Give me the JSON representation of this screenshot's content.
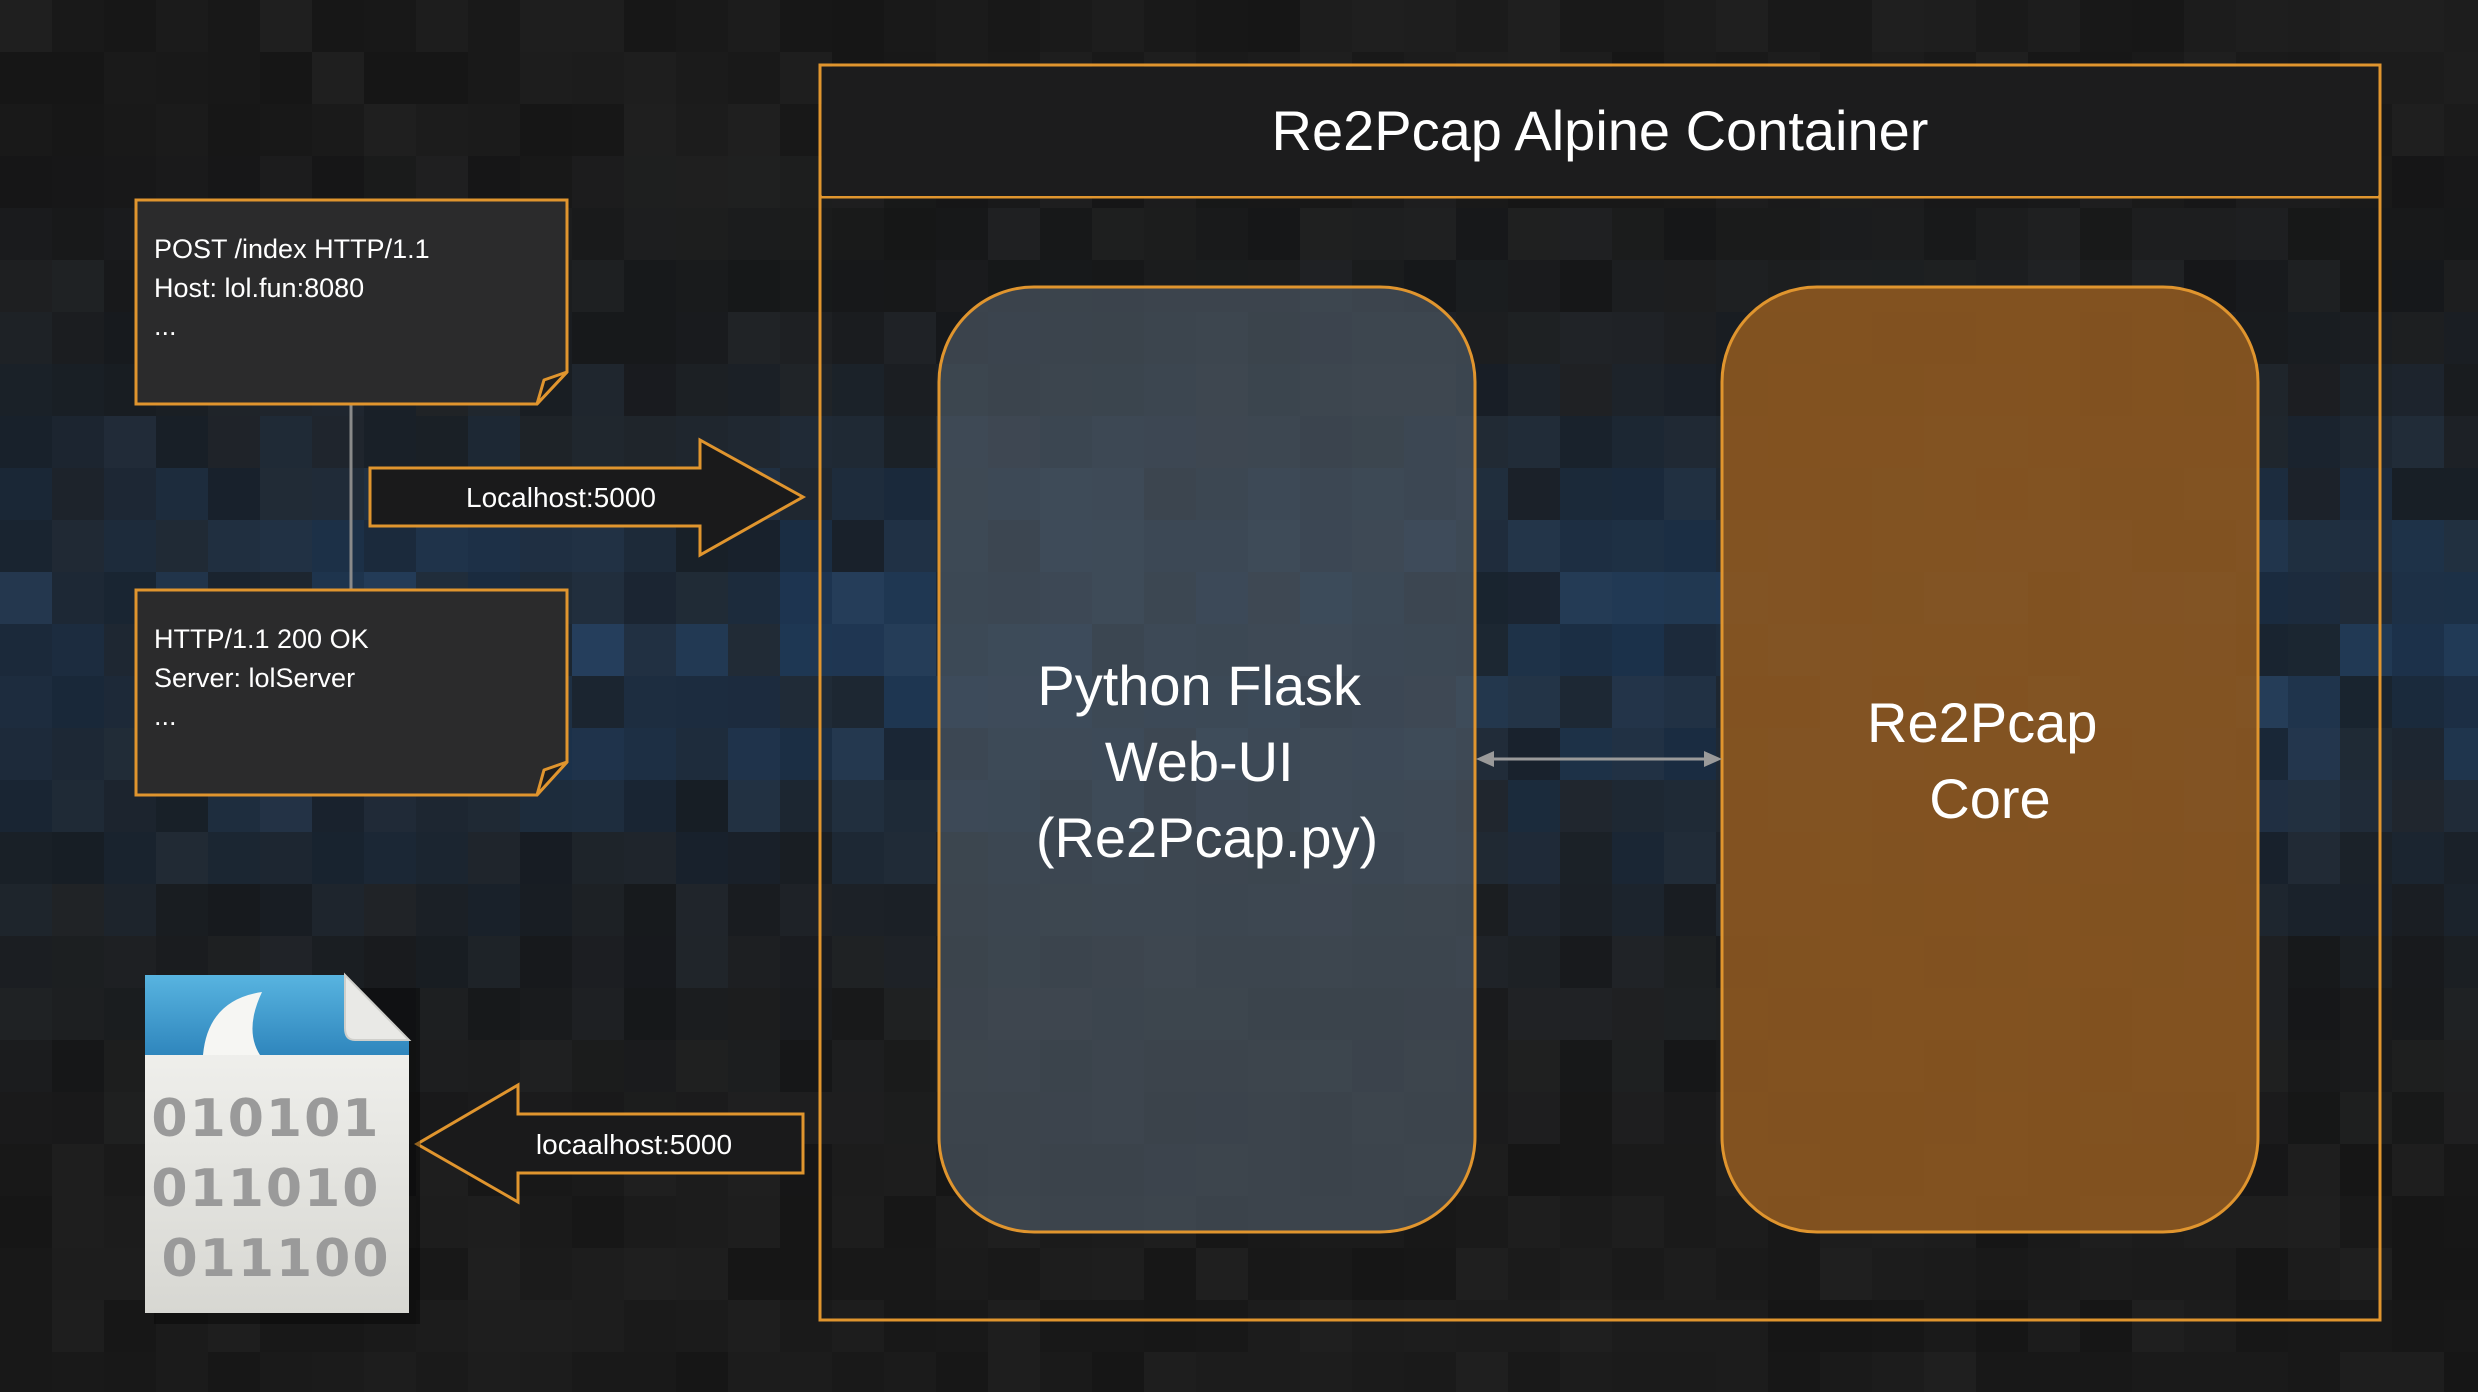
{
  "container": {
    "title": "Re2Pcap Alpine Container"
  },
  "request_note": {
    "lines": [
      "POST /index HTTP/1.1",
      "Host: lol.fun:8080",
      "..."
    ]
  },
  "response_note": {
    "lines": [
      "HTTP/1.1 200 OK",
      "Server: lolServer",
      "..."
    ]
  },
  "arrows": {
    "to_container": "Localhost:5000",
    "from_container": "locaalhost:5000"
  },
  "flask_box": {
    "lines": [
      "Python Flask",
      "Web-UI",
      "(Re2Pcap.py)"
    ]
  },
  "core_box": {
    "lines": [
      "Re2Pcap",
      "Core"
    ]
  },
  "pcap_file": {
    "icon": "binary-file-icon",
    "lines": [
      "010101",
      "011010",
      "011100"
    ]
  },
  "colors": {
    "background": "#1a1a1b",
    "accent_orange": "#e0952e",
    "note_fill": "#2b2b2c",
    "flask_fill": "#4a5560",
    "core_fill": "#8a5620",
    "connector_gray": "#9a9a9a",
    "pixel_blue": "#1f3a52"
  }
}
